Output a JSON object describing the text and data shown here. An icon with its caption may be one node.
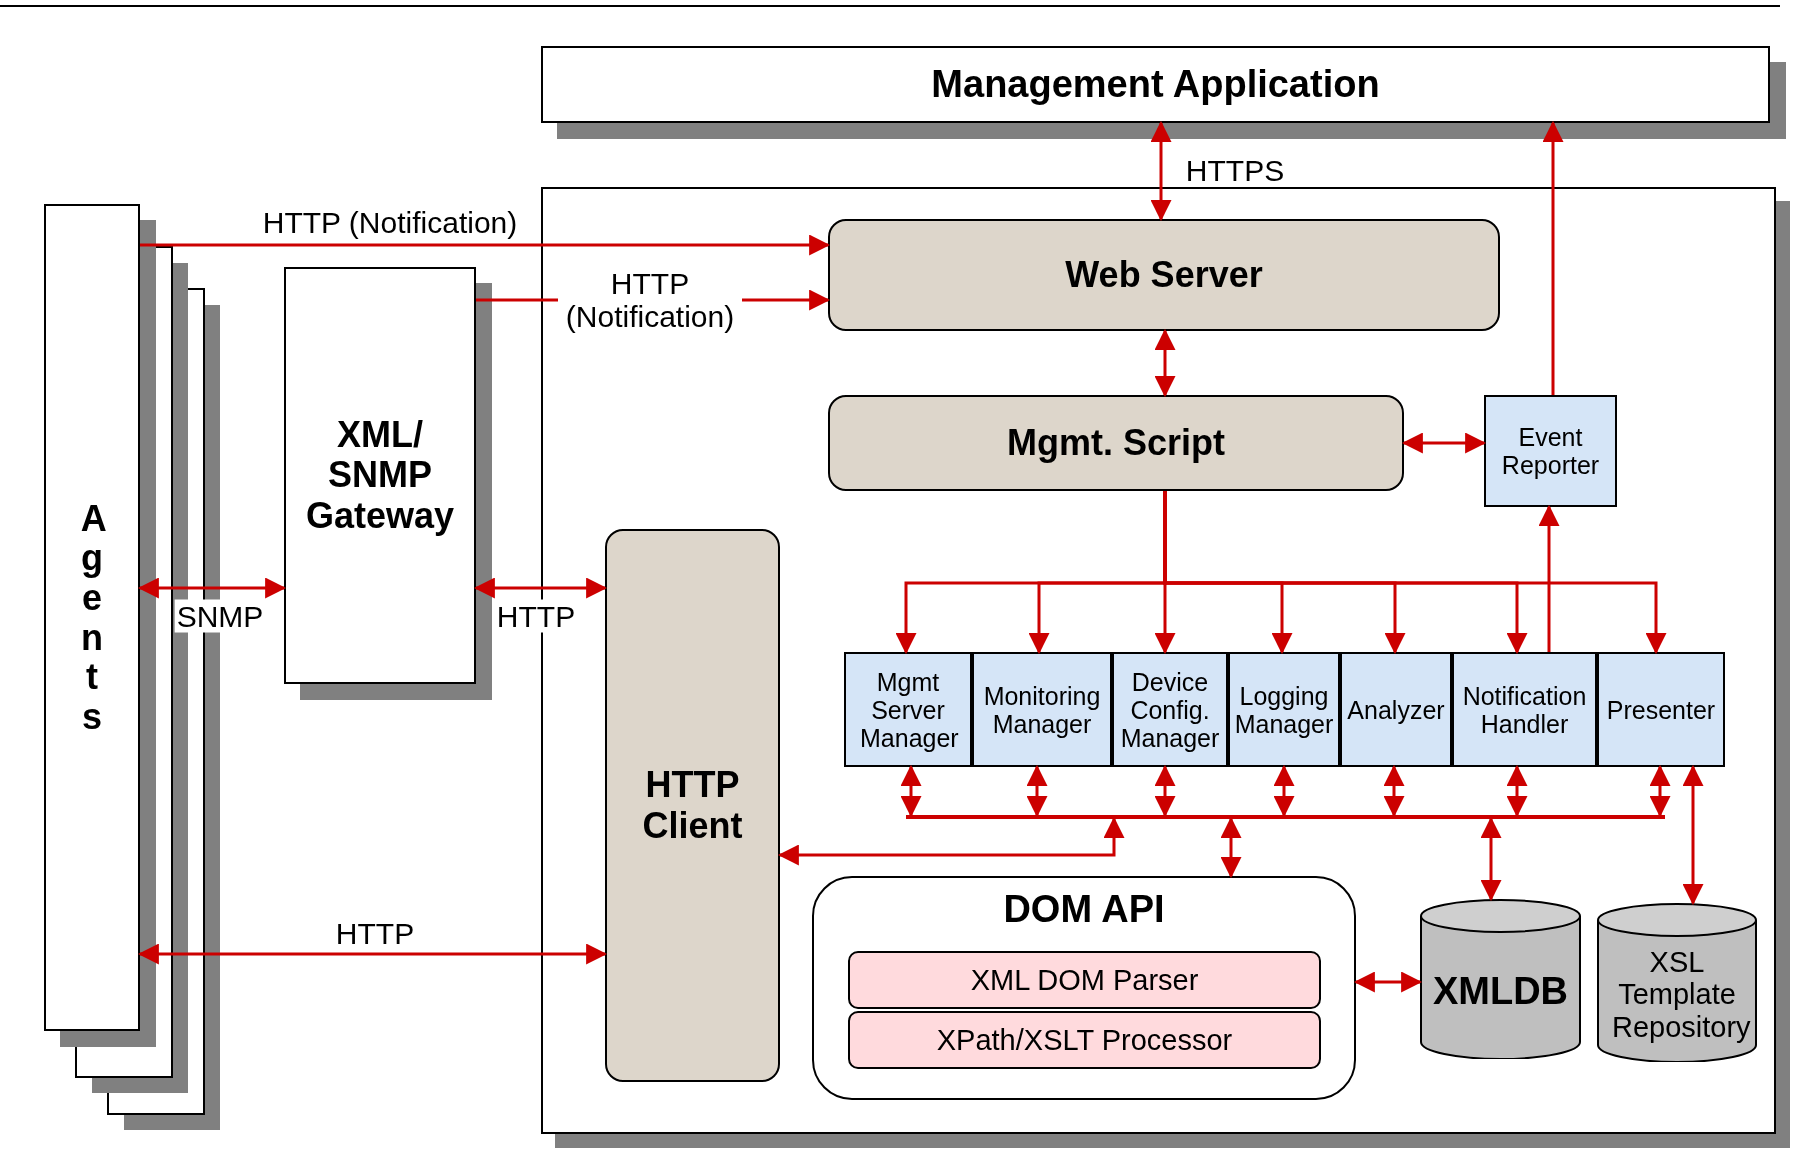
{
  "diagram": {
    "nodes": [
      {
        "text": [
          "Management Application"
        ]
      },
      {
        "text": [
          "Agents"
        ]
      },
      {
        "text": [
          "XML/ SNMP Gateway"
        ]
      },
      {
        "text": [],
        "shape": "box"
      },
      {
        "text": [
          "Web Server"
        ],
        "in": 3
      },
      {
        "text": [
          "Mgmt. Script"
        ],
        "in": 3
      },
      {
        "text": [
          "Event Reporter"
        ],
        "in": 3
      },
      {
        "text": [
          "HTTP Client"
        ],
        "in": 3
      },
      {
        "text": [
          "Mgmt Server Manager"
        ],
        "in": 3
      },
      {
        "text": [
          "Monitoring Manager"
        ],
        "in": 3
      },
      {
        "text": [
          "Device Config. Manager"
        ],
        "in": 3
      },
      {
        "text": [
          "Logging Manager"
        ],
        "in": 3
      },
      {
        "text": [
          "Analyzer"
        ],
        "in": 3
      },
      {
        "text": [
          "Notification Handler"
        ],
        "in": 3
      },
      {
        "text": [
          "Presenter"
        ],
        "in": 3
      },
      {
        "text": [],
        "shape": "bar",
        "in": 3
      },
      {
        "text": [
          "DOM API"
        ],
        "in": 3
      },
      {
        "text": [
          "XML DOM Parser"
        ],
        "in": 16
      },
      {
        "text": [
          "XPath/XSLT Processor"
        ],
        "in": 16
      },
      {
        "text": [
          "XMLDB"
        ],
        "in": 3
      },
      {
        "text": [
          "XSL Template Repository"
        ],
        "in": 3
      }
    ],
    "edges": [
      {
        "from": 1,
        "to": 4,
        "arrow": "to",
        "label": "HTTP (Notification)"
      },
      {
        "from": 2,
        "to": 4,
        "arrow": "to",
        "label": "HTTP (Notification)"
      },
      {
        "from": 1,
        "to": 2,
        "arrow": "both",
        "label": "SNMP"
      },
      {
        "from": 2,
        "to": 7,
        "arrow": "both",
        "label": "HTTP"
      },
      {
        "from": 1,
        "to": 7,
        "arrow": "both",
        "label": "HTTP"
      },
      {
        "from": 0,
        "to": 4,
        "arrow": "both",
        "label": "HTTPS"
      },
      {
        "from": 4,
        "to": 5,
        "arrow": "both"
      },
      {
        "from": 5,
        "to": 6,
        "arrow": "both"
      },
      {
        "from": 6,
        "to": 0,
        "arrow": "to"
      },
      {
        "from": 5,
        "to": 8,
        "arrow": "to"
      },
      {
        "from": 5,
        "to": 9,
        "arrow": "to"
      },
      {
        "from": 5,
        "to": 10,
        "arrow": "to"
      },
      {
        "from": 5,
        "to": 11,
        "arrow": "to"
      },
      {
        "from": 5,
        "to": 12,
        "arrow": "to"
      },
      {
        "from": 5,
        "to": 13,
        "arrow": "to"
      },
      {
        "from": 5,
        "to": 14,
        "arrow": "to"
      },
      {
        "from": 13,
        "to": 6,
        "arrow": "to"
      },
      {
        "from": 8,
        "to": 15,
        "arrow": "both"
      },
      {
        "from": 9,
        "to": 15,
        "arrow": "both"
      },
      {
        "from": 10,
        "to": 15,
        "arrow": "both"
      },
      {
        "from": 11,
        "to": 15,
        "arrow": "both"
      },
      {
        "from": 12,
        "to": 15,
        "arrow": "both"
      },
      {
        "from": 13,
        "to": 15,
        "arrow": "both"
      },
      {
        "from": 14,
        "to": 15,
        "arrow": "both"
      },
      {
        "from": 15,
        "to": 7,
        "arrow": "both"
      },
      {
        "from": 15,
        "to": 16,
        "arrow": "both"
      },
      {
        "from": 15,
        "to": 19,
        "arrow": "both"
      },
      {
        "from": 14,
        "to": 20,
        "arrow": "both"
      },
      {
        "from": 16,
        "to": 19,
        "arrow": "both"
      }
    ]
  }
}
